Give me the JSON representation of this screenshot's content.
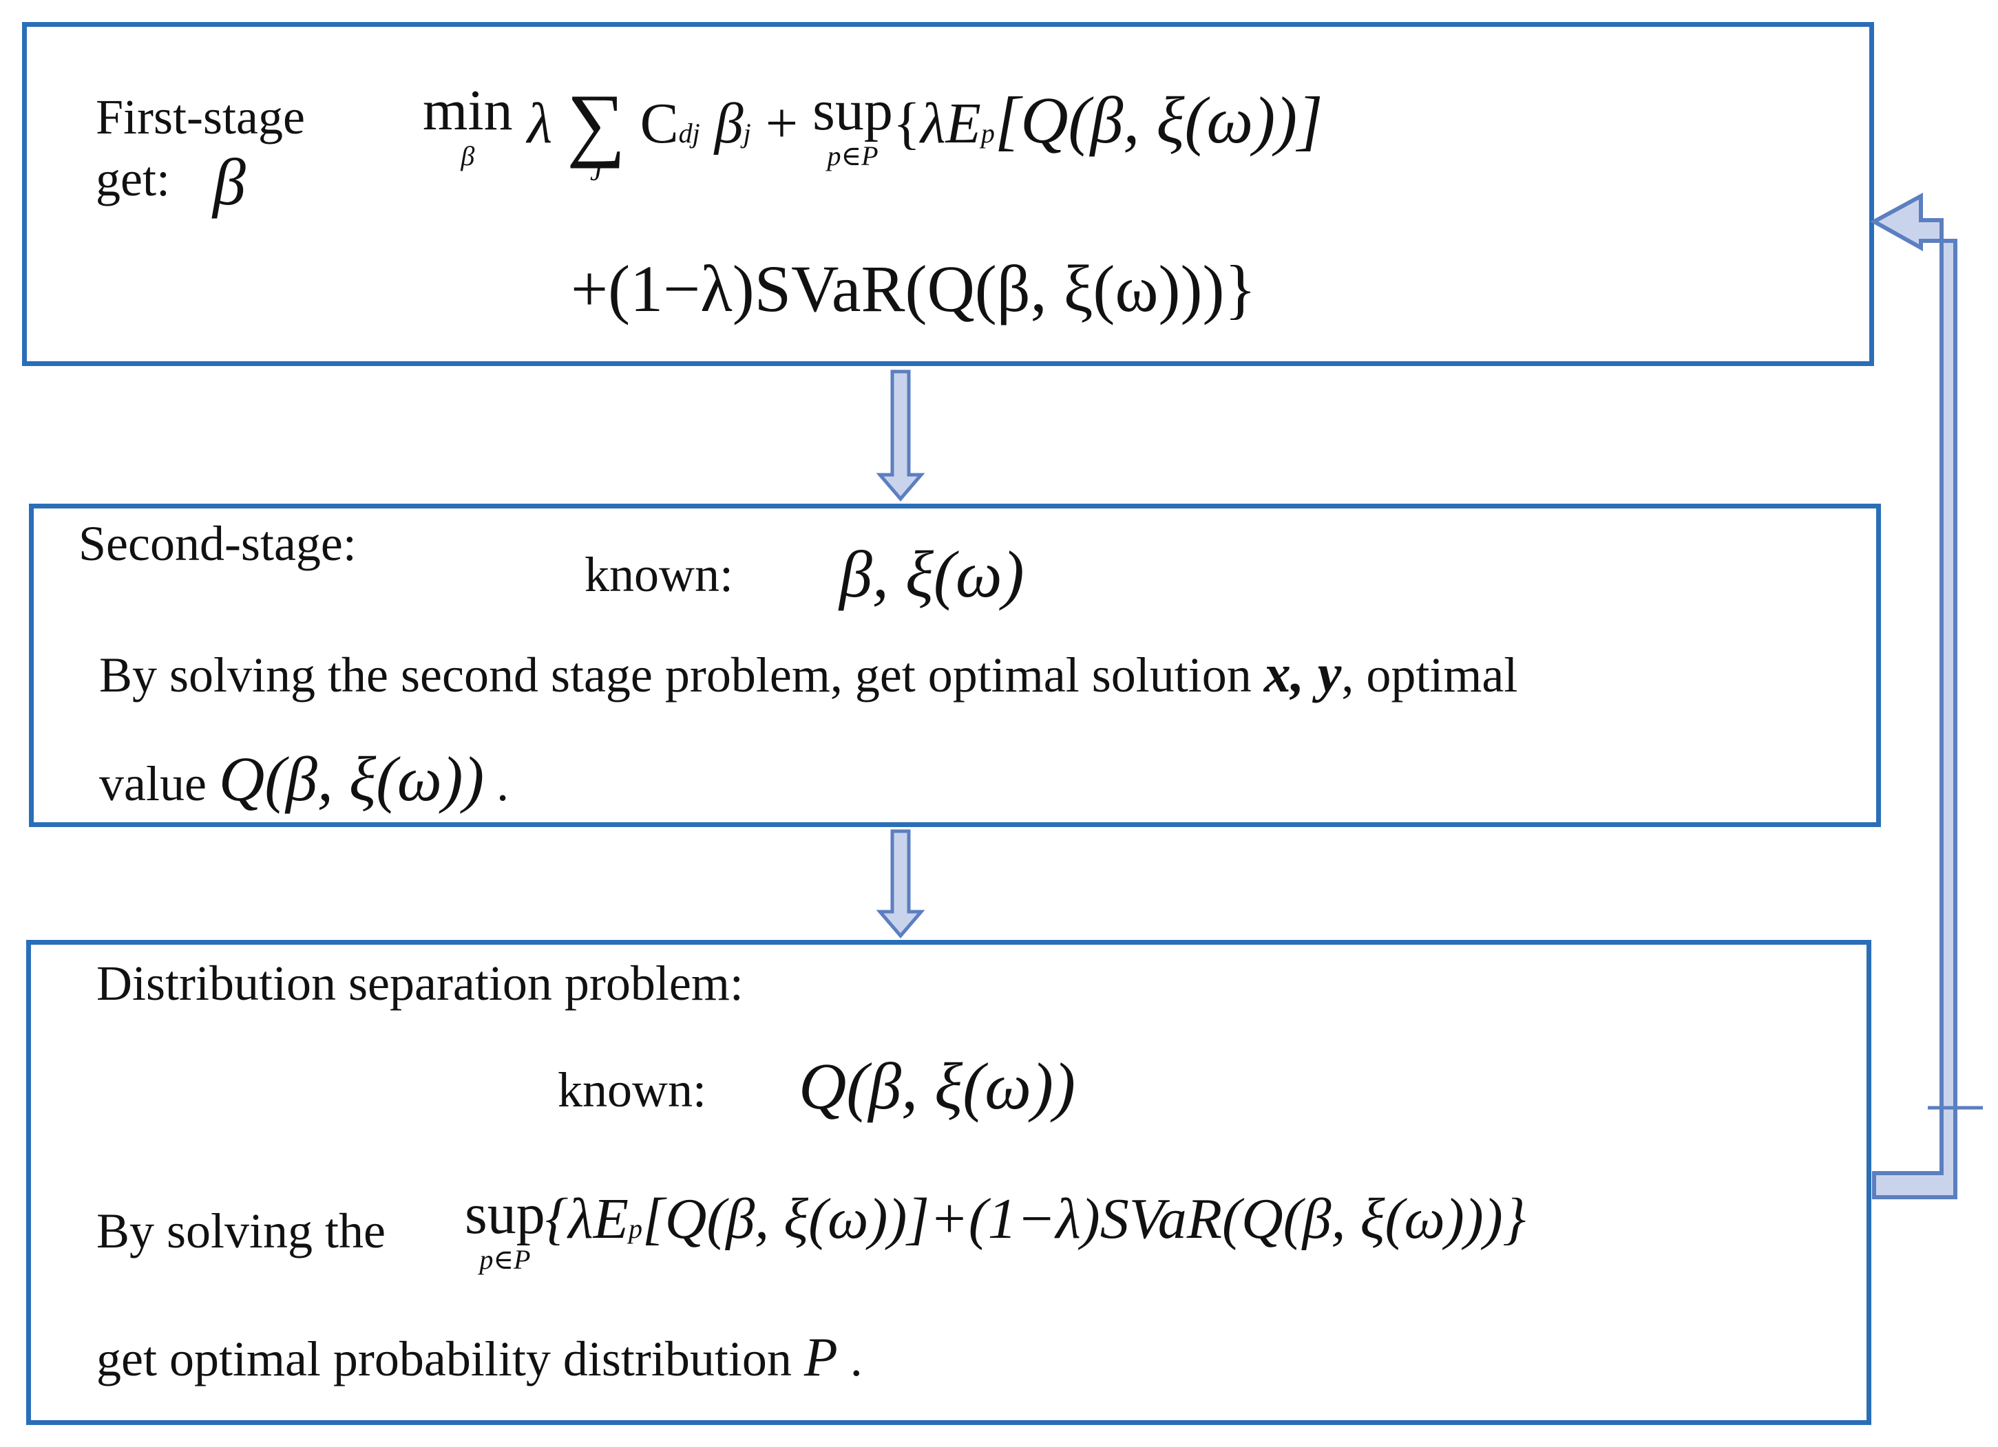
{
  "stage1": {
    "label_line1": "First-stage",
    "label_line2": "get:",
    "label_var": "β",
    "formula": {
      "min": "min",
      "min_sub": "β",
      "lambda": "λ",
      "sum": "∑",
      "sum_sub": "J",
      "C": "C",
      "C_sub": "dj",
      "beta_j": "β",
      "beta_j_sub": "j",
      "plus": "+",
      "sup": "sup",
      "sup_sub": "p∈P",
      "brace_open": "{",
      "lambdaE": "λE",
      "E_sub": "p",
      "expect_body": "[Q(β, ξ(ω))]",
      "line2": "+(1−λ)SVaR(Q(β, ξ(ω)))}"
    }
  },
  "stage2": {
    "label": "Second-stage:",
    "known_label": "known:",
    "known_value": "β, ξ(ω)",
    "text_line1": "By solving the second stage problem, get optimal solution",
    "solution_vars": "x, y",
    "text_line1_end": ",   optimal",
    "text_line2": "value",
    "value_expr": "Q(β, ξ(ω))",
    "period": "."
  },
  "stage3": {
    "label": "Distribution separation problem:",
    "known_label": "known:",
    "known_value": "Q(β, ξ(ω))",
    "solve_text": "By solving the",
    "sup": "sup",
    "sup_sub": "p∈P",
    "solve_expr": "{λE",
    "E_sub": "p",
    "solve_expr_rest": "[Q(β, ξ(ω))]+(1−λ)SVaR(Q(β, ξ(ω)))}",
    "text_line2": "get optimal probability distribution",
    "dist_var": "P",
    "period": "."
  },
  "colors": {
    "box_border": "#2a6eb8",
    "arrow_fill": "#c9d4ec",
    "arrow_stroke": "#5b7fc0"
  }
}
